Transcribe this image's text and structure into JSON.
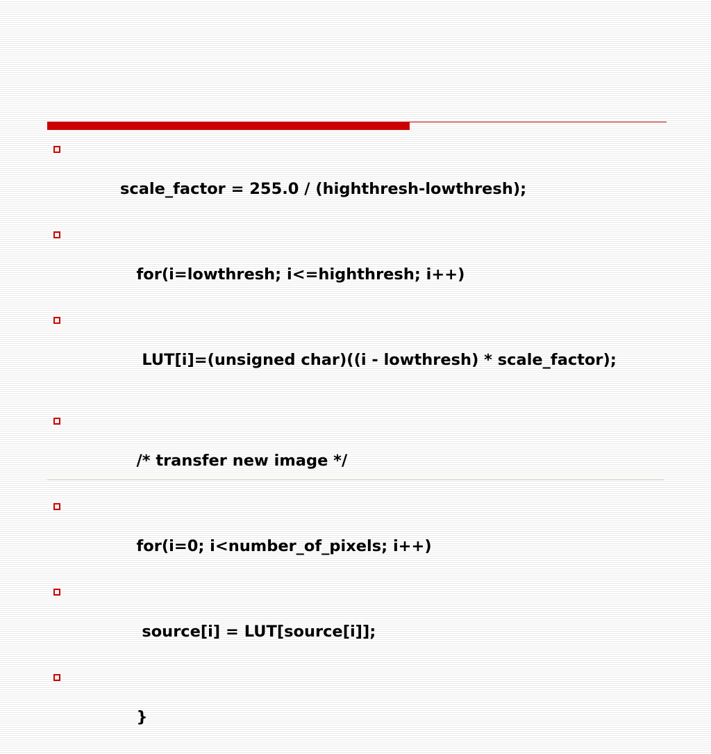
{
  "slide": {
    "accent_color": "#cc0000",
    "bullet_icon": "hollow-square-bullet",
    "bullets": [
      {
        "text": "scale_factor = 255.0 / (highthresh-lowthresh);"
      },
      {
        "text": "   for(i=lowthresh; i<=highthresh; i++)"
      },
      {
        "text": "    LUT[i]=(unsigned char)((i - lowthresh) * scale_factor);"
      },
      {
        "text": "   /* transfer new image */"
      },
      {
        "text": "   for(i=0; i<number_of_pixels; i++)"
      },
      {
        "text": "    source[i] = LUT[source[i]];"
      },
      {
        "text": "   }"
      }
    ]
  }
}
